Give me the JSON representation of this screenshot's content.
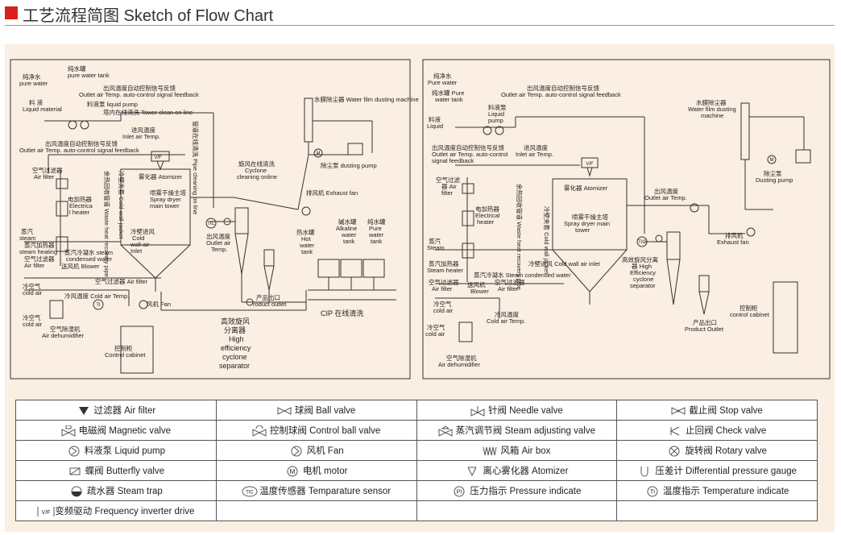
{
  "header": {
    "title": "工艺流程简图  Sketch of Flow Chart"
  },
  "left": {
    "pure_water": [
      "纯净水",
      "pure water"
    ],
    "pure_water_tank": [
      "纯水罐",
      "pure water tank"
    ],
    "signal_fb": [
      "出风温度自动控制信号反馈",
      "Outlet air Temp. auto-control signal feedback"
    ],
    "liquid_material": [
      "料 液",
      "Liquid material"
    ],
    "liquid_pump": "料液泵 liquid pump",
    "tower_clean": "塔内在线清洗 Tower clean on line",
    "inlet_temp": [
      "进风温度",
      "Inlet air Temp."
    ],
    "signal_fb2": [
      "出风温度自动控制信号反馈",
      "Outlet air Temp. auto-control signal feedback"
    ],
    "air_filter": [
      "空气过滤器",
      "Air filter"
    ],
    "electric_heater": [
      "电加热器",
      "Electrica",
      "l heater"
    ],
    "steam": [
      "蒸汽",
      "steam"
    ],
    "steam_heating": [
      "蒸汽加热器",
      "steam heating"
    ],
    "air_filter2": [
      "空气过滤器",
      "Air filter"
    ],
    "condensed": [
      "蒸汽冷凝水 steam",
      "condensed water"
    ],
    "blower": "送风机 Blower",
    "air_filter3": "空气过滤器 Air filter",
    "cold_air": [
      "冷空气",
      "cold air"
    ],
    "cold_air_temp": "冷风温度 Cold air Temp.",
    "fan": "风机 Fan",
    "cold_air2": [
      "冷空气",
      "cold air"
    ],
    "dehumidifier": [
      "空气除湿机",
      "Air dehumidifier"
    ],
    "control_cabinet": [
      "控制柜",
      "Control cabinet"
    ],
    "atomizer": "雾化器 Atomizer",
    "spray_dryer": [
      "喷雾干燥主塔",
      "Spray dryer",
      "main tower"
    ],
    "waste_heat": "余热回收管道 Waste heat recovery pipe",
    "cold_wall_jacket": "冷壁夹套 Cold wall jacket",
    "cold_wall_inlet": [
      "冷壁进风",
      "Cold",
      "wall air",
      "Inlet"
    ],
    "pipe_clean": "管道在线清洗 Pipe cleaning on line",
    "outlet_temp": [
      "出风温度",
      "Outlet air",
      "Temp."
    ],
    "cyclone_clean": [
      "旋风在线清洗",
      "Cyclone",
      "cleaning online"
    ],
    "water_film": "水膜除尘器 Water film dusting machine",
    "dusting_pump": "除尘泵 dusting pump",
    "exhaust_fan": "排风机 Exhaust fan",
    "hot_tank": [
      "热水罐",
      "Hot",
      "water",
      "tank"
    ],
    "alkaline_tank": [
      "碱水罐",
      "Alkaline",
      "water",
      "tank"
    ],
    "pure_tank": [
      "纯水罐",
      "Pure",
      "water",
      "tank"
    ],
    "product_outlet": [
      "产品出口",
      "roduct outlet"
    ],
    "cip": "CIP 在线清洗",
    "cyclone_sep": [
      "高效旋风",
      "分离器",
      "High",
      "efficiency",
      "cyclone",
      "separator"
    ]
  },
  "right": {
    "pure_water": [
      "纯净水",
      "Pure water"
    ],
    "pure_water_tank": [
      "纯水罐 Pure",
      "water tank"
    ],
    "signal_fb": [
      "出风温度自动控制信号反馈",
      "Outlet air Temp. auto-control signal feedback"
    ],
    "liquid": [
      "料液",
      "Liquid"
    ],
    "liquid_pump": [
      "料液泵",
      "Liquid",
      "pump"
    ],
    "signal_fb2": [
      "出风温度自动控制信号反馈",
      "Outlet air Temp. auto-control",
      "signal feedback"
    ],
    "inlet_temp": [
      "进风温度",
      "Inlet air Temp."
    ],
    "air_filter": [
      "空气过滤",
      "器 Air",
      "filter"
    ],
    "electric_heater": [
      "电加热器",
      "Electrical",
      "heater"
    ],
    "steam": [
      "蒸汽",
      "Steam"
    ],
    "steam_heater": [
      "蒸汽加热器",
      "Steam heater"
    ],
    "condensed": "蒸汽冷凝水 Steam condensed water",
    "air_filter2": [
      "空气过滤器",
      "Air filter"
    ],
    "blower": [
      "送风机",
      "Blower"
    ],
    "air_filter3": [
      "空气过滤器",
      "Air filter"
    ],
    "cold_air": [
      "冷空气",
      "cold air"
    ],
    "cold_air_temp": [
      "冷风温度",
      "Cold air Temp."
    ],
    "cold_air2": [
      "冷空气",
      "cold air"
    ],
    "dehumidifier": [
      "空气除湿机",
      "Air dehumidifier"
    ],
    "atomizer": "雾化器 Atomizer",
    "spray_dryer": [
      "喷雾干燥主塔",
      "Spray dryer main",
      "tower"
    ],
    "waste_heat": "余热回收管道 Waste heat recovery pipe",
    "cold_wall_jacket": "冷壁夹套 Cold wall jacket",
    "cold_wall_inlet": "冷壁进风 Cold wall air inlet",
    "outlet_temp": [
      "出风温度",
      "Outlet air Temp."
    ],
    "cyclone_sep": [
      "高效旋风分离",
      "器 High",
      "Efficiency",
      "cyclone",
      "separator"
    ],
    "water_film": [
      "水膜除尘器",
      "Water film dusting",
      "machine"
    ],
    "dusting_pump": [
      "除尘泵",
      "Dusting pump"
    ],
    "exhaust_fan": [
      "排风机",
      "Exhaust fan"
    ],
    "product_outlet": [
      "产品出口",
      "Product Outlet"
    ],
    "control_cabinet": [
      "控制柜",
      "control cabinet"
    ]
  },
  "legend": [
    [
      {
        "icon": "filter-icon",
        "label": "过滤器 Air filter"
      },
      {
        "icon": "ball-valve-icon",
        "label": "球阀 Ball valve"
      },
      {
        "icon": "needle-valve-icon",
        "label": "针阀 Needle valve"
      },
      {
        "icon": "stop-valve-icon",
        "label": "截止阀 Stop valve"
      }
    ],
    [
      {
        "icon": "magnetic-valve-icon",
        "label": "电磁阀 Magnetic valve"
      },
      {
        "icon": "control-ball-valve-icon",
        "label": "控制球阀 Control ball valve"
      },
      {
        "icon": "steam-adjusting-valve-icon",
        "label": "蒸汽调节阀 Steam adjusting valve"
      },
      {
        "icon": "check-valve-icon",
        "label": "止回阀 Check valve"
      }
    ],
    [
      {
        "icon": "liquid-pump-icon",
        "label": "料液泵 Liquid pump"
      },
      {
        "icon": "fan-icon",
        "label": "风机 Fan"
      },
      {
        "icon": "air-box-icon",
        "label": "风箱 Air box"
      },
      {
        "icon": "rotary-valve-icon",
        "label": "旋转阀 Rotary valve"
      }
    ],
    [
      {
        "icon": "butterfly-valve-icon",
        "label": "蝶阀 Butterfly valve"
      },
      {
        "icon": "motor-icon",
        "label": "电机 motor"
      },
      {
        "icon": "atomizer-icon",
        "label": "离心雾化器 Atomizer"
      },
      {
        "icon": "pressure-gauge-icon",
        "label": "压差计 Differential pressure gauge"
      }
    ],
    [
      {
        "icon": "steam-trap-icon",
        "label": "疏水器 Steam trap"
      },
      {
        "icon": "temperature-sensor-icon",
        "label": "温度传感器 Temparature sensor"
      },
      {
        "icon": "pressure-indicate-icon",
        "label": "压力指示 Pressure indicate"
      },
      {
        "icon": "temperature-indicate-icon",
        "label": "温度指示 Temperature indicate"
      }
    ],
    [
      {
        "icon": "inverter-icon",
        "label": "变频驱动 Frequency inverter drive"
      },
      {
        "icon": "",
        "label": ""
      },
      {
        "icon": "",
        "label": ""
      },
      {
        "icon": "",
        "label": ""
      }
    ]
  ],
  "symbols": {
    "tic": "TIC",
    "m": "M",
    "pi": "PI",
    "ti": "TI",
    "vf": "V/F"
  }
}
